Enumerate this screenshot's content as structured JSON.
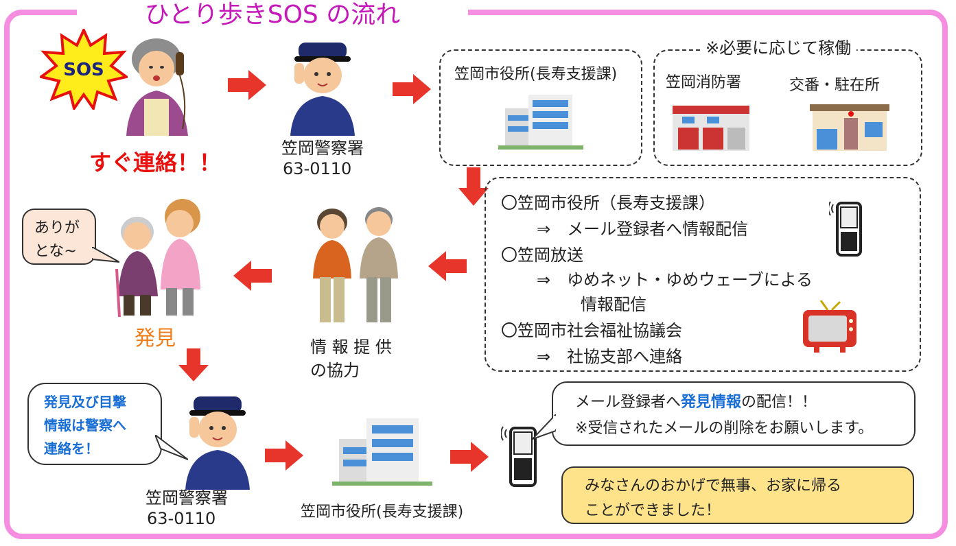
{
  "title": "ひとり歩きSOS の流れ",
  "colors": {
    "frame": "#f58ee0",
    "title": "#c418b8",
    "arrow": "#e8352c",
    "urgent": "#e8100c",
    "found": "#ee7d1a",
    "highlight": "#1a6fd6",
    "note_bg": "#ffe38a"
  },
  "sos_badge": "SOS",
  "urgent_call": "すぐ連絡！！",
  "police_station": {
    "name": "笠岡警察署",
    "phone": "63-0110"
  },
  "city_hall_top": "笠岡市役所(長寿支援課)",
  "as_needed": {
    "note": "※必要に応じて稼働",
    "fire_station": "笠岡消防署",
    "koban": "交番・駐在所"
  },
  "broadcast": {
    "line1": "〇笠岡市役所（長寿支援課）",
    "line2": "⇒　メール登録者へ情報配信",
    "line3": "〇笠岡放送",
    "line4": "⇒　ゆめネット・ゆめウェーブによる",
    "line5": "情報配信",
    "line6": "〇笠岡市社会福祉協議会",
    "line7": "⇒　社協支部へ連絡"
  },
  "cooperation": {
    "line1": "情 報 提 供",
    "line2": "の協力"
  },
  "thanks_bubble": {
    "line1": "ありが",
    "line2": "とな~"
  },
  "found_label": "発見",
  "police_bubble": {
    "line1": "発見及び目撃",
    "line2": "情報は警察へ",
    "line3": "連絡を！"
  },
  "police_station_bottom": {
    "name": "笠岡警察署",
    "phone": "63-0110"
  },
  "city_hall_bottom": "笠岡市役所(長寿支援課)",
  "mail_bubble": {
    "line1_prefix": "メール登録者へ",
    "line1_highlight": "発見情報",
    "line1_suffix": "の配信！！",
    "line2": "※受信されたメールの削除をお願いします。"
  },
  "result_note": {
    "line1": "みなさんのおかげで無事、お家に帰る",
    "line2": "ことができました！"
  },
  "icons": [
    "sos-burst-icon",
    "elderly-woman-phone-icon",
    "police-officer-icon",
    "city-hall-building-icon",
    "fire-station-icon",
    "koban-icon",
    "mobile-phone-icon",
    "television-icon",
    "helpers-icon",
    "elderly-caregiver-icon",
    "arrow-right-icon",
    "arrow-left-icon",
    "arrow-down-icon"
  ]
}
